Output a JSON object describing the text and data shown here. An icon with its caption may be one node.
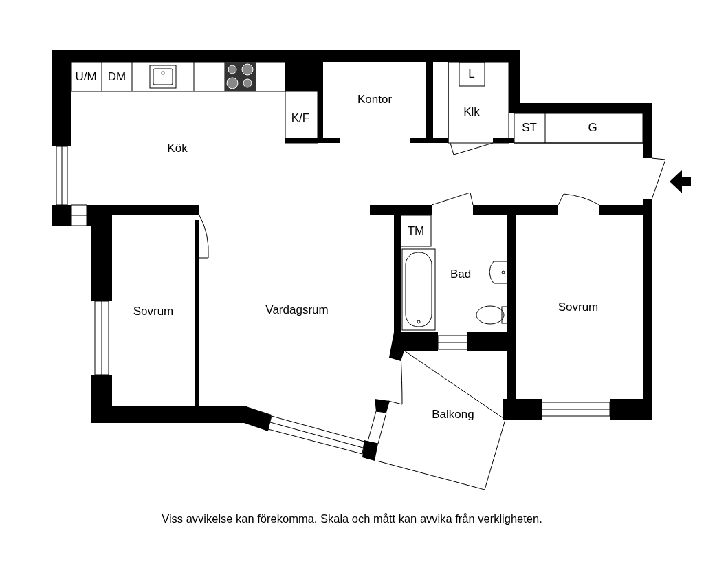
{
  "diagram": {
    "caption": "Viss avvikelse kan förekomma. Skala och mått kan avvika från verkligheten.",
    "labels": [
      "U/M",
      "DM",
      "Kontor",
      "L",
      "Klk",
      "K/F",
      "ST",
      "G",
      "Kök",
      "TM",
      "Bad",
      "Sovrum",
      "Vardagsrum",
      "Sovrum",
      "Balkong"
    ]
  }
}
